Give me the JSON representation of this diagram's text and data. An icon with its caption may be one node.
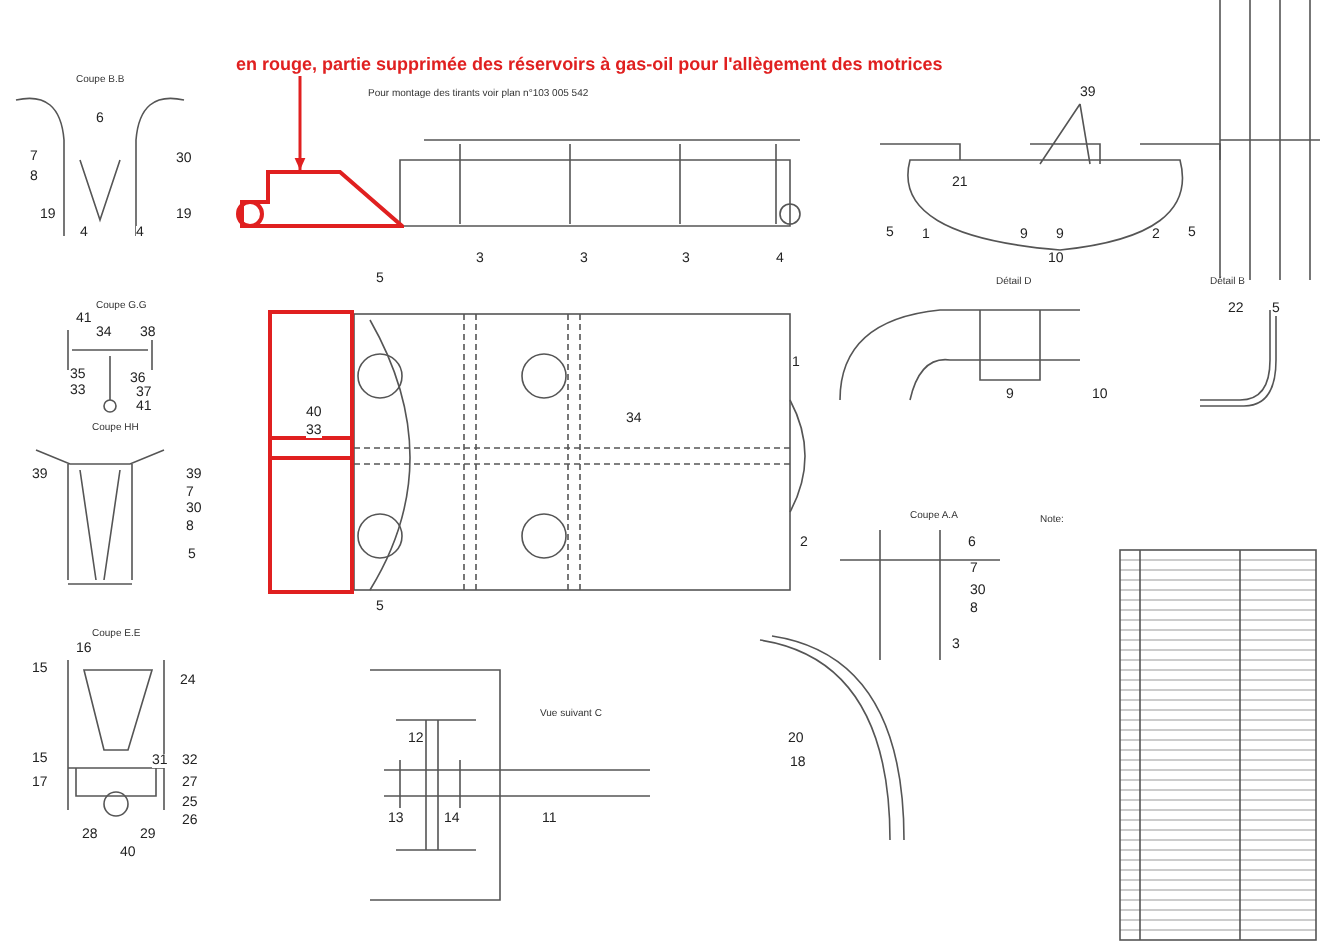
{
  "diagram": {
    "nodes": [
      {
        "text": [
          "en rouge, partie supprimée des réservoirs à gas-oil pour l'allègement des motrices"
        ]
      },
      {
        "text": [],
        "shape": "box"
      },
      {
        "text": [],
        "shape": "box"
      }
    ],
    "edges": [
      {
        "from": 0,
        "to": 1,
        "arrow": "to",
        "color": "#e02020"
      }
    ],
    "labels": [
      "Coupe B.B",
      "Pour montage des tirants voir plan n°103 005 542",
      "39",
      "6",
      "7",
      "30",
      "8",
      "21",
      "19",
      "19",
      "4",
      "4",
      "5",
      "1",
      "9",
      "9",
      "2",
      "5",
      "3",
      "3",
      "3",
      "4",
      "10",
      "5",
      "Détail D",
      "Détail B",
      "Coupe G.G",
      "22",
      "5",
      "41",
      "34",
      "38",
      "1",
      "35",
      "36",
      "33",
      "37",
      "9",
      "10",
      "41",
      "40",
      "34",
      "Coupe HH",
      "33",
      "39",
      "39",
      "7",
      "30",
      "8",
      "Coupe A.A",
      "Note:",
      "2",
      "6",
      "5",
      "7",
      "30",
      "5",
      "8",
      "16",
      "Coupe E.E",
      "3",
      "15",
      "24",
      "Vue suivant C",
      "12",
      "20",
      "15",
      "31",
      "32",
      "18",
      "17",
      "27",
      "25",
      "26",
      "13",
      "14",
      "11",
      "28",
      "29",
      "40"
    ]
  }
}
